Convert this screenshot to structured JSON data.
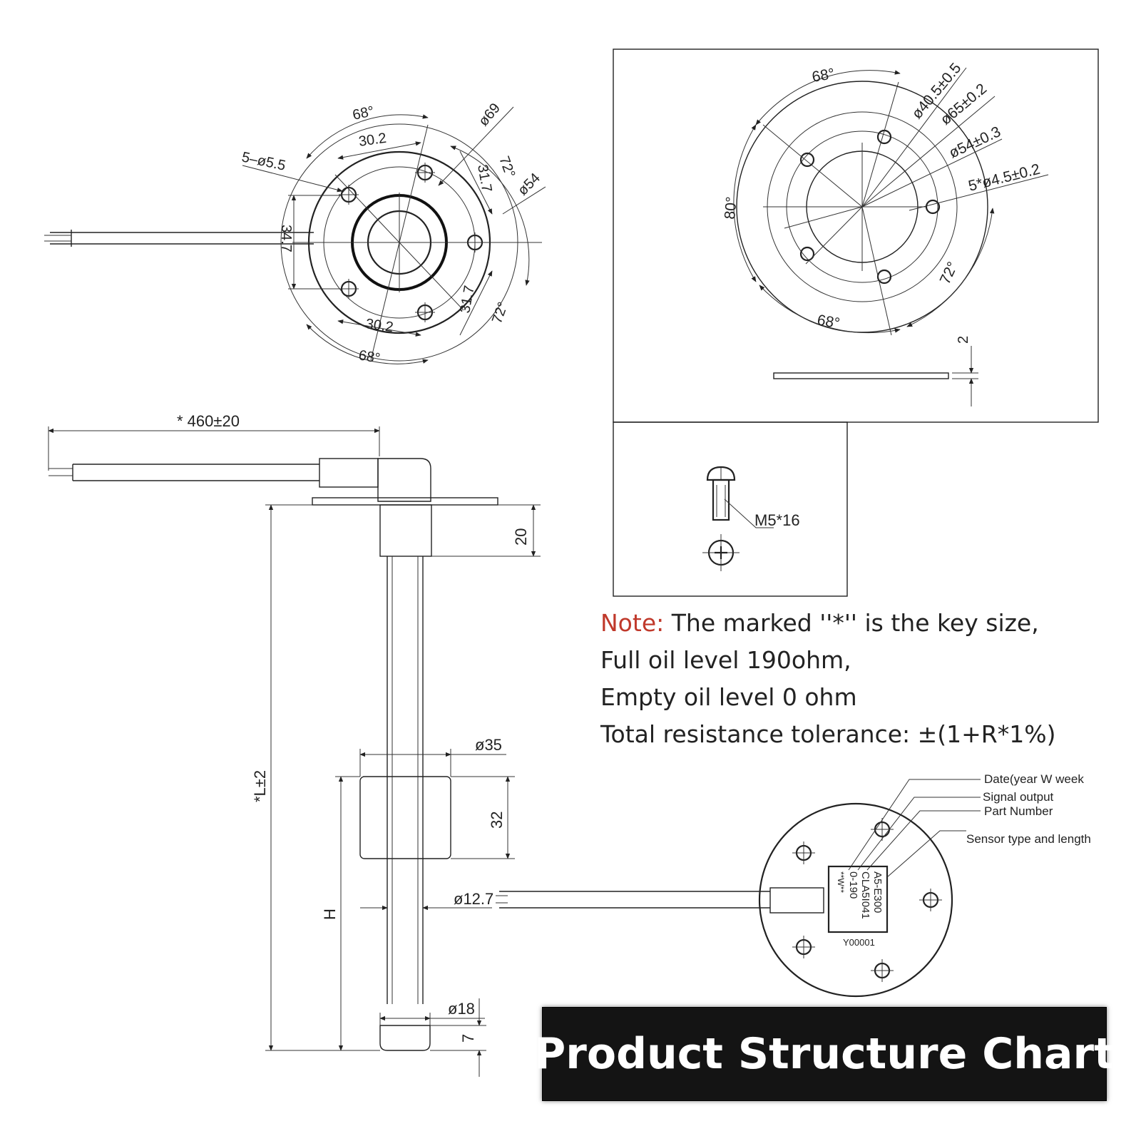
{
  "top_view": {
    "angle_top": "68°",
    "chord_top": "30.2",
    "holes": "5–ø5.5",
    "dia_69": "ø69",
    "angle_72_top": "72°",
    "dim_31_7_top": "31.7",
    "dia_54": "ø54",
    "dim_34_7": "34.7",
    "dim_31_7_bottom": "31.7",
    "angle_72_bottom": "72°",
    "chord_bottom": "30.2",
    "angle_bottom": "68°"
  },
  "gasket": {
    "angle_top": "68°",
    "dia_40_5": "ø40.5±0.5",
    "dia_65": "ø65±0.2",
    "dia_54": "ø54±0.3",
    "holes": "5*ø4.5±0.2",
    "angle_left": "80°",
    "angle_right": "72°",
    "angle_bottom": "68°",
    "thickness": "2"
  },
  "screw": {
    "label": "M5*16"
  },
  "side_view": {
    "cable_length": "* 460±20",
    "flange_height": "20",
    "total_length": "*L±2",
    "float_diameter": "ø35",
    "float_height": "32",
    "float_pos": "H",
    "tube_diameter": "ø12.7",
    "end_diameter": "ø18",
    "end_height": "7"
  },
  "note": {
    "head": "Note:",
    "line1": " The marked ''*'' is the key size,",
    "line2": "Full oil level 190ohm,",
    "line3": "Empty oil level 0 ohm",
    "line4": "Total resistance tolerance: ±(1+R*1%)"
  },
  "label_view": {
    "callout_date": "Date(year W week",
    "callout_signal": "Signal output",
    "callout_part": "Part Number",
    "callout_sensor": "Sensor type and length",
    "label_line1": "A5-E300",
    "label_line2": "CLA5I041",
    "label_line3": "0-190",
    "label_line4": "**W**",
    "serial": "Y00001"
  },
  "banner": {
    "title": "Product Structure Chart"
  }
}
